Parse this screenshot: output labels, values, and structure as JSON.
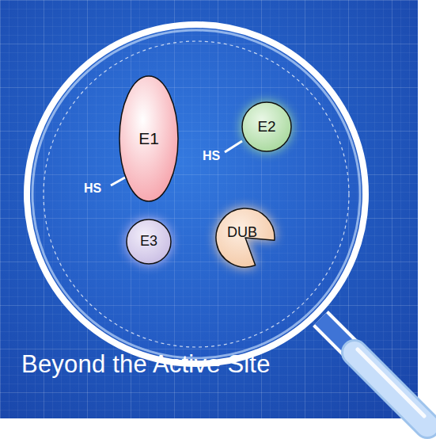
{
  "diagram": {
    "title": "Beyond the Active Site",
    "nodes": [
      {
        "text": [
          "E1"
        ]
      },
      {
        "text": [
          "E2"
        ]
      },
      {
        "text": [
          "E3"
        ]
      },
      {
        "text": [
          "DUB"
        ]
      }
    ],
    "labels": [
      "HS",
      "HS"
    ]
  }
}
